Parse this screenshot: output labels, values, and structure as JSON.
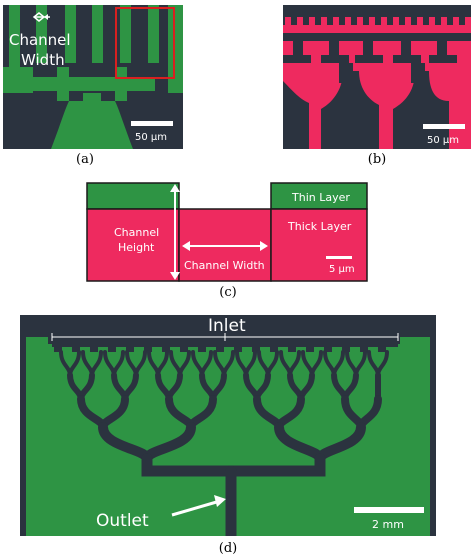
{
  "panels": {
    "a": {
      "caption": "(a)",
      "channel_label_line1": "Channel",
      "channel_label_line2": "Width",
      "scale_label": "50 µm"
    },
    "b": {
      "caption": "(b)",
      "scale_label": "50 µm"
    },
    "c": {
      "caption": "(c)",
      "thin_layer": "Thin Layer",
      "thick_layer": "Thick Layer",
      "channel_height_line1": "Channel",
      "channel_height_line2": "Height",
      "channel_width": "Channel Width",
      "scale_label": "5 µm"
    },
    "d": {
      "caption": "(d)",
      "inlet": "Inlet",
      "outlet": "Outlet",
      "scale_label": "2 mm"
    }
  },
  "colors": {
    "green": "#2e9444",
    "dark": "#2b333f",
    "pink": "#ee2a5f",
    "highlight": "#d92020"
  }
}
